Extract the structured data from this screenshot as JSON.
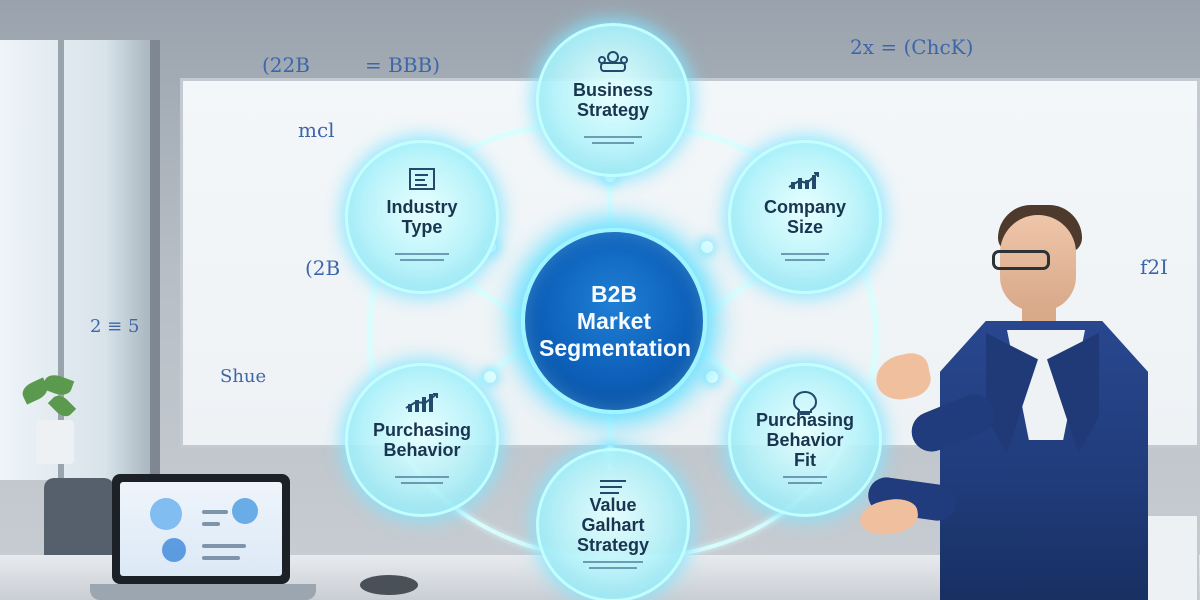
{
  "scene": {
    "board_notes": [
      "(22B",
      "= BBB)",
      "2x = (ChcK)",
      "mcl",
      "(2B",
      "f2I",
      "Shue",
      "2 ≡ 5"
    ],
    "diagram": {
      "center": {
        "label": "B2B\nMarket\nSegmentation"
      },
      "nodes": [
        {
          "label": "Business\nStrategy",
          "icon": "team-meeting-icon"
        },
        {
          "label": "Company\nSize",
          "icon": "bar-chart-growth-icon"
        },
        {
          "label": "Purchasing\nBehavior\nFit",
          "icon": "lightbulb-icon"
        },
        {
          "label": "Value\nGalhart\nStrategy",
          "icon": "list-lines-icon"
        },
        {
          "label": "Purchasing\nBehavior",
          "icon": "bar-chart-arrow-icon"
        },
        {
          "label": "Industry\nType",
          "icon": "checklist-icon"
        }
      ]
    },
    "colors": {
      "glow": "#84e4ff",
      "center": "#0d5fb8",
      "node_text": "#1a3550"
    }
  }
}
